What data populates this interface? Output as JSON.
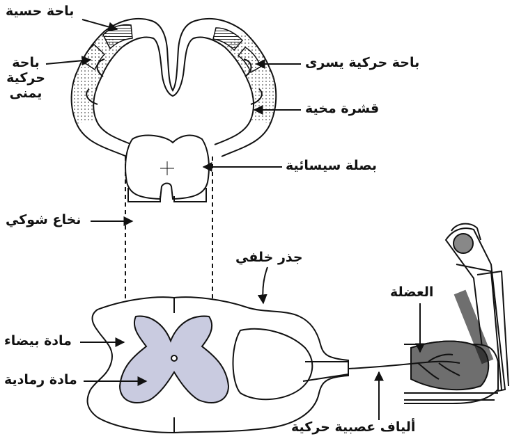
{
  "labels": {
    "sensory_area": "باحة حسية",
    "right_motor_line1": "باحة",
    "right_motor_line2": "حركية",
    "right_motor_line3": "يمنى",
    "left_motor_area": "باحة حركية يسرى",
    "cerebral_cortex": "قشرة مخية",
    "medulla_oblongata": "بصلة سيسائية",
    "spinal_cord": "نخاع شوكي",
    "dorsal_root": "جذر خلفي",
    "muscle": "العضلة",
    "white_matter": "مادة بيضاء",
    "gray_matter": "مادة رمادية",
    "motor_nerve_fibers": "ألياف عصبية حركية"
  },
  "colors": {
    "stroke": "#111111",
    "gray_matter_fill": "#c9cbe0",
    "muscle_fill": "#6e6e6e",
    "cortex_dots": "#555555"
  }
}
